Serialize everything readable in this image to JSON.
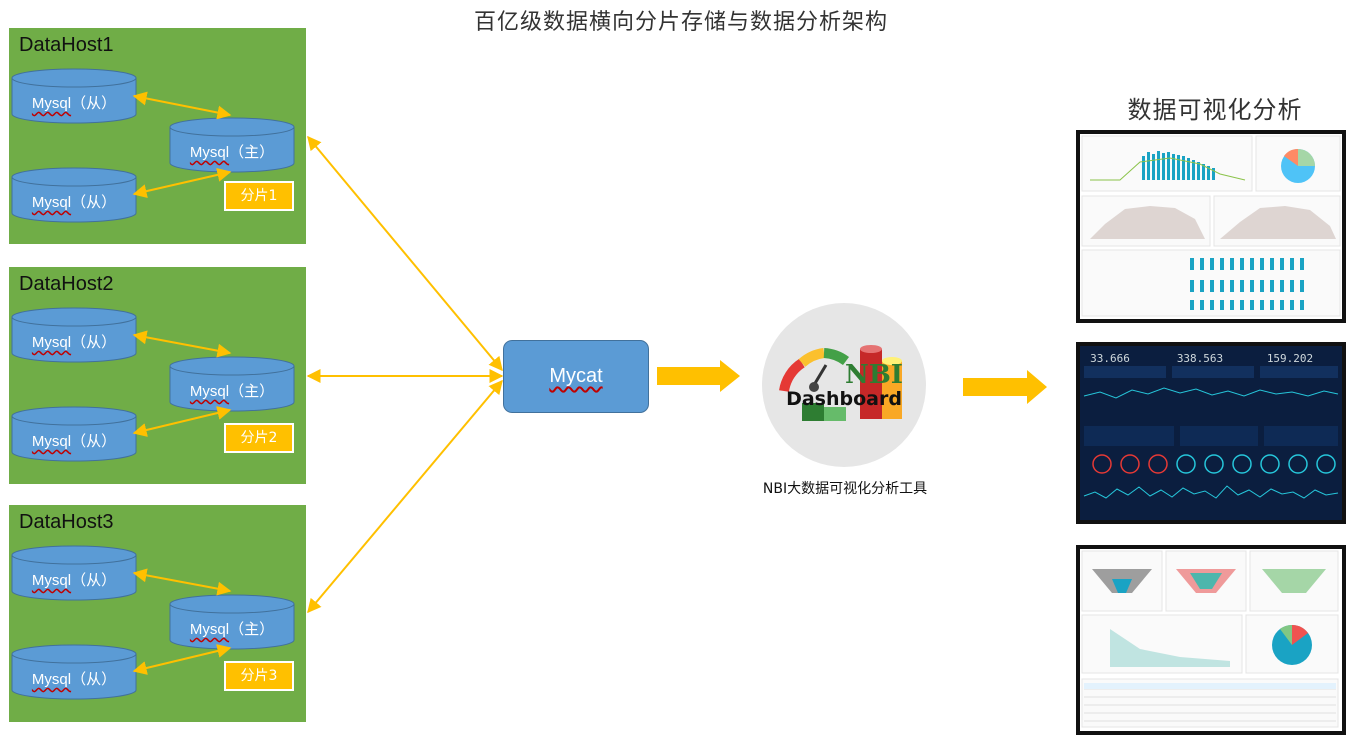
{
  "title": "百亿级数据横向分片存储与数据分析架构",
  "right_title": "数据可视化分析",
  "hosts": [
    {
      "name": "DataHost1",
      "slave1": "Mysql",
      "slave1_suffix": "（从）",
      "master": "Mysql",
      "master_suffix": "（主）",
      "slave2": "Mysql",
      "slave2_suffix": "（从）",
      "shard": "分片1"
    },
    {
      "name": "DataHost2",
      "slave1": "Mysql",
      "slave1_suffix": "（从）",
      "master": "Mysql",
      "master_suffix": "（主）",
      "slave2": "Mysql",
      "slave2_suffix": "（从）",
      "shard": "分片2"
    },
    {
      "name": "DataHost3",
      "slave1": "Mysql",
      "slave1_suffix": "（从）",
      "master": "Mysql",
      "master_suffix": "（主）",
      "slave2": "Mysql",
      "slave2_suffix": "（从）",
      "shard": "分片3"
    }
  ],
  "mycat": "Mycat",
  "tool": {
    "logo_text": "Dashboard",
    "logo_letters": "NBI",
    "caption": "NBI大数据可视化分析工具"
  },
  "dashboards": {
    "dark_kpis": [
      "33.666",
      "338.563",
      "159.202"
    ]
  },
  "colors": {
    "host_bg": "#70ad47",
    "db_fill": "#5b9bd5",
    "db_stroke": "#41719c",
    "shard": "#ffc000",
    "arrow": "#ffc000",
    "mycat": "#5b9bd5"
  }
}
